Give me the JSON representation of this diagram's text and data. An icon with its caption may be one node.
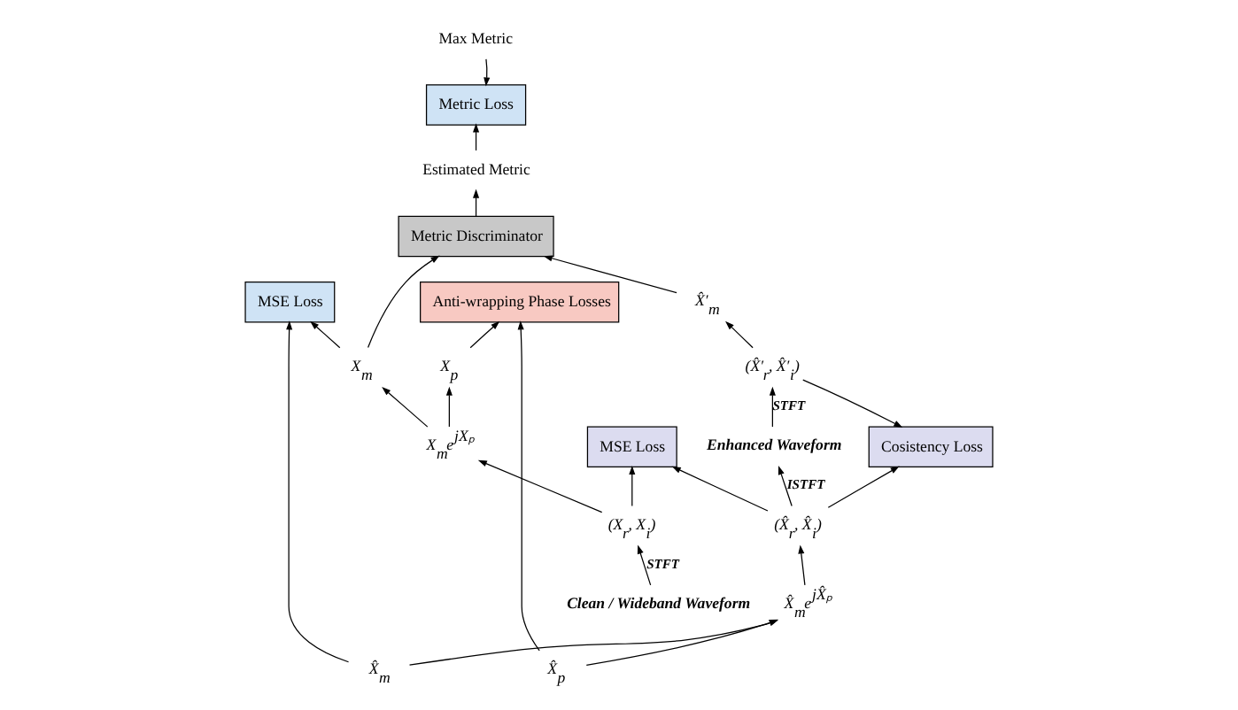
{
  "diagram": {
    "nodes": [
      {
        "text": [
          "Max Metric"
        ]
      },
      {
        "text": [
          "Metric Loss"
        ]
      },
      {
        "text": [
          "Estimated Metric"
        ]
      },
      {
        "text": [
          "Metric Discriminator"
        ]
      },
      {
        "text": [
          "X̂′$_{m}$"
        ]
      },
      {
        "text": [
          "MSE Loss"
        ]
      },
      {
        "text": [
          "(X̂′$_{r}$, X̂′$_{i}$)"
        ]
      },
      {
        "text": [
          "Enhanced Waveform"
        ]
      },
      {
        "text": [
          "X̂$_{m}$"
        ]
      },
      {
        "text": [
          "Cosistency Loss"
        ]
      },
      {
        "text": [
          "Clean / Wideband Waveform"
        ]
      },
      {
        "text": [
          "X$_{m}$"
        ]
      },
      {
        "text": [
          "X̂$_{m}$e$^{jX̂ₚ}$"
        ]
      },
      {
        "text": [
          "(X̂$_{r}$, X̂$_{i}$)"
        ]
      },
      {
        "text": [
          "(X$_{r}$, X$_{i}$)"
        ]
      },
      {
        "text": [
          "X$_{m}$e$^{jXₚ}$"
        ]
      },
      {
        "text": [
          "X̂$_{p}$"
        ]
      },
      {
        "text": [
          "MSE Loss"
        ]
      },
      {
        "text": [
          "X$_{p}$"
        ]
      },
      {
        "text": [
          "Anti-wrapping Phase Losses"
        ]
      }
    ],
    "edges": [
      {
        "from": 0,
        "to": 1,
        "arrow": "to"
      },
      {
        "from": 2,
        "to": 1,
        "arrow": "to"
      },
      {
        "from": 3,
        "to": 2,
        "arrow": "to"
      },
      {
        "from": 4,
        "to": 3,
        "arrow": "to"
      },
      {
        "from": 11,
        "to": 3,
        "arrow": "to"
      },
      {
        "from": 11,
        "to": 5,
        "arrow": "to"
      },
      {
        "from": 8,
        "to": 5,
        "arrow": "to"
      },
      {
        "from": 6,
        "to": 4,
        "arrow": "to"
      },
      {
        "from": 7,
        "to": 6,
        "arrow": "to",
        "label": "STFT"
      },
      {
        "from": 6,
        "to": 9,
        "arrow": "to"
      },
      {
        "from": 13,
        "to": 9,
        "arrow": "to"
      },
      {
        "from": 8,
        "to": 12,
        "arrow": "to"
      },
      {
        "from": 16,
        "to": 12,
        "arrow": "to"
      },
      {
        "from": 12,
        "to": 13,
        "arrow": "to"
      },
      {
        "from": 13,
        "to": 7,
        "arrow": "to",
        "label": "ISTFT"
      },
      {
        "from": 13,
        "to": 17,
        "arrow": "to"
      },
      {
        "from": 10,
        "to": 14,
        "arrow": "to",
        "label": "STFT"
      },
      {
        "from": 14,
        "to": 15,
        "arrow": "to"
      },
      {
        "from": 15,
        "to": 11,
        "arrow": "to"
      },
      {
        "from": 15,
        "to": 18,
        "arrow": "to"
      },
      {
        "from": 14,
        "to": 17,
        "arrow": "to"
      },
      {
        "from": 18,
        "to": 19,
        "arrow": "to"
      },
      {
        "from": 16,
        "to": 19,
        "arrow": "to"
      }
    ]
  }
}
